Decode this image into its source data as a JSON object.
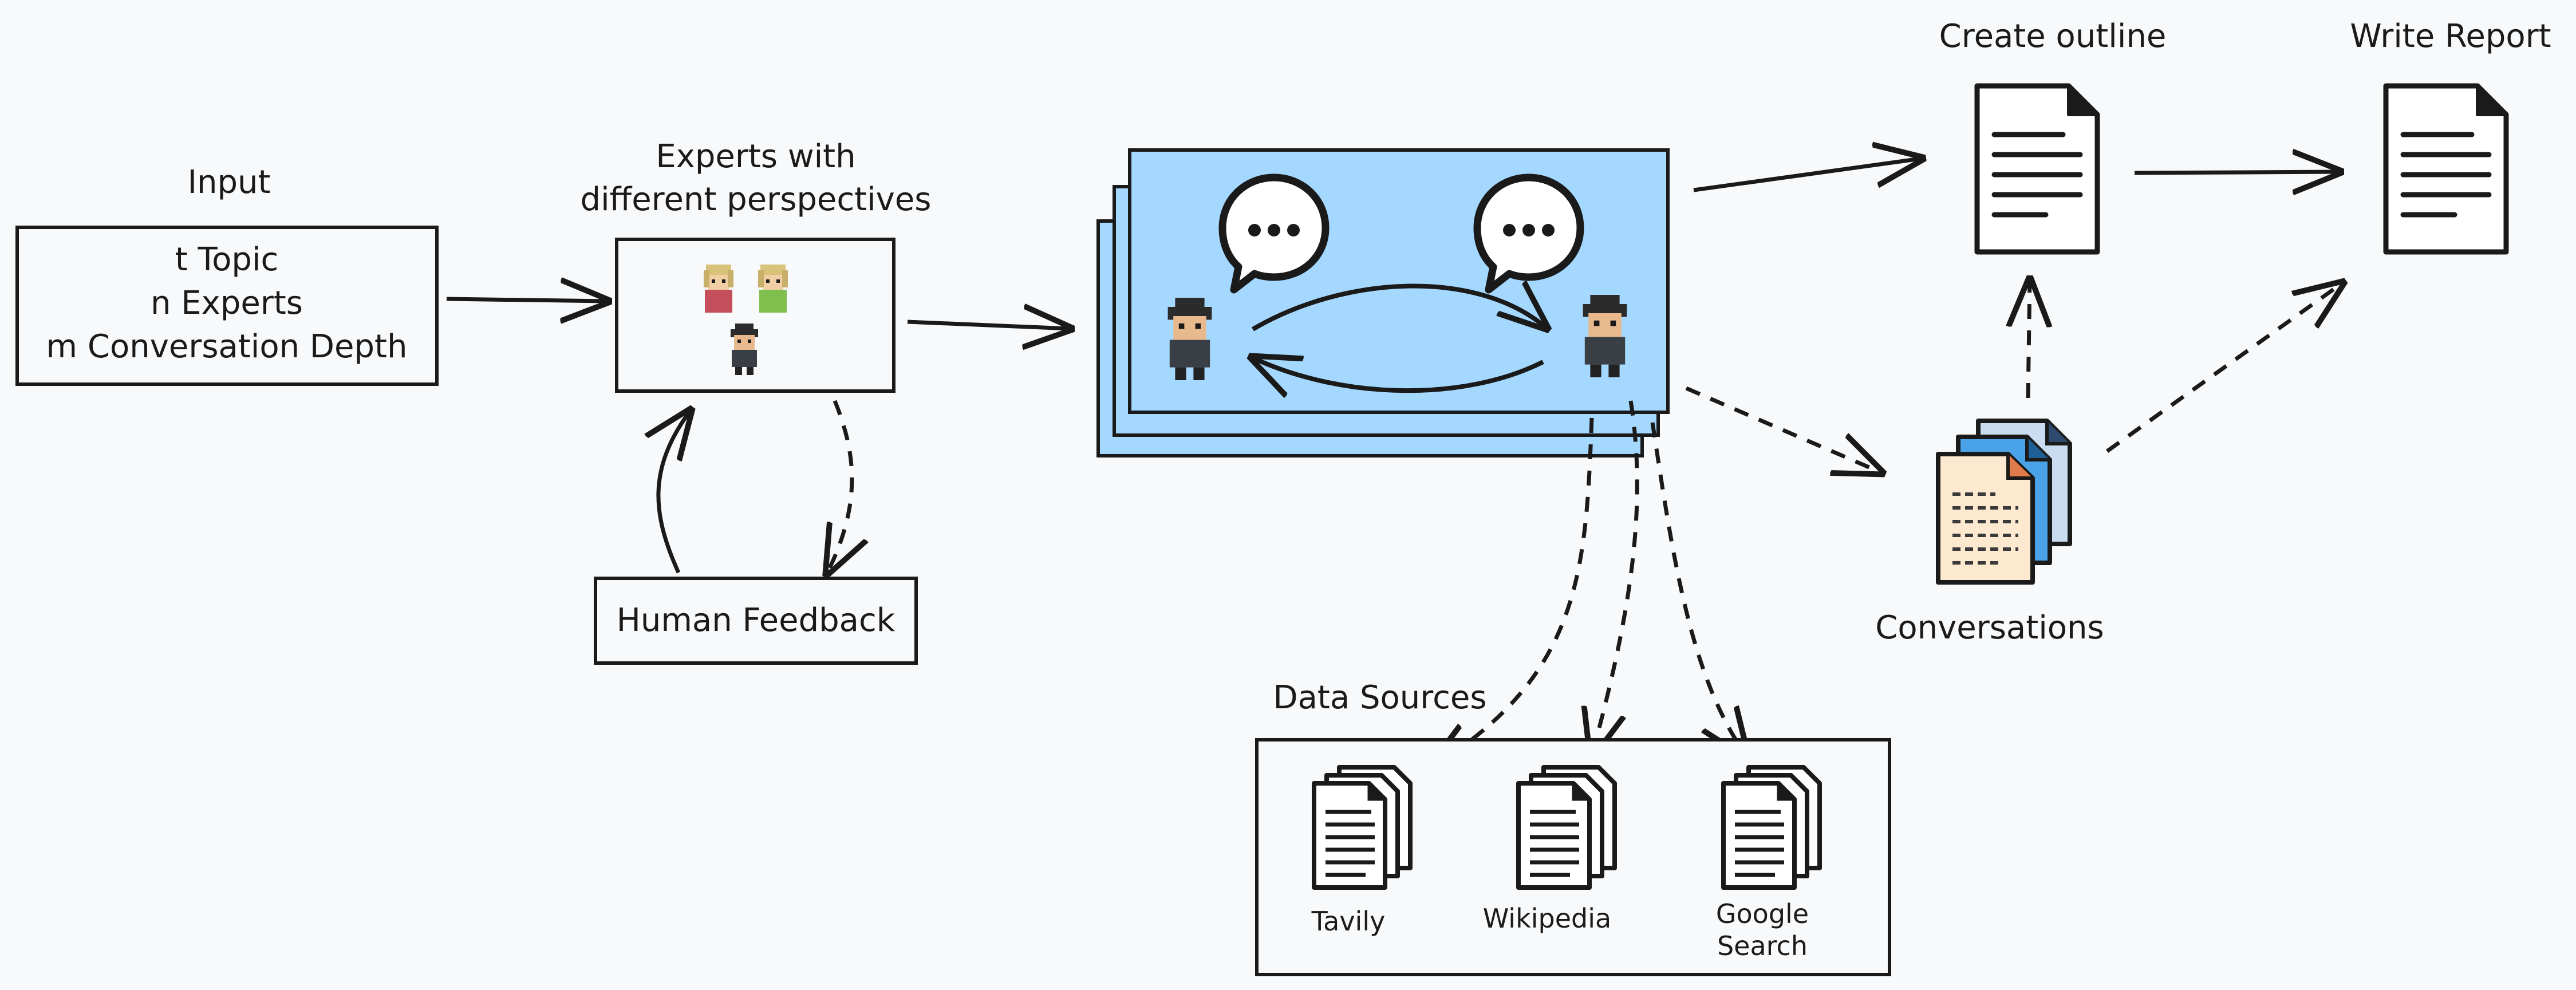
{
  "input": {
    "title": "Input",
    "lines": [
      "t Topic",
      "n Experts",
      "m Conversation Depth"
    ]
  },
  "experts": {
    "title_line1": "Experts with",
    "title_line2": "different perspectives"
  },
  "feedback": {
    "label": "Human Feedback"
  },
  "outline": {
    "title": "Create outline"
  },
  "report": {
    "title": "Write Report"
  },
  "conversations": {
    "label": "Conversations"
  },
  "data_sources": {
    "title": "Data Sources",
    "sources": [
      {
        "label_line1": "Tavily",
        "label_line2": ""
      },
      {
        "label_line1": "Wikipedia",
        "label_line2": ""
      },
      {
        "label_line1": "Google",
        "label_line2": "Search"
      }
    ]
  },
  "colors": {
    "ink": "#1a1a1a",
    "background": "#f8f9fa",
    "conversation_panel": "#a5d8ff",
    "doc_front": "#fde9cf",
    "doc_mid": "#4aa3e8",
    "doc_back": "#c9dcf2"
  },
  "icons": [
    "speech-bubble-icon",
    "expert-avatar-icon",
    "document-icon",
    "document-stack-icon"
  ]
}
